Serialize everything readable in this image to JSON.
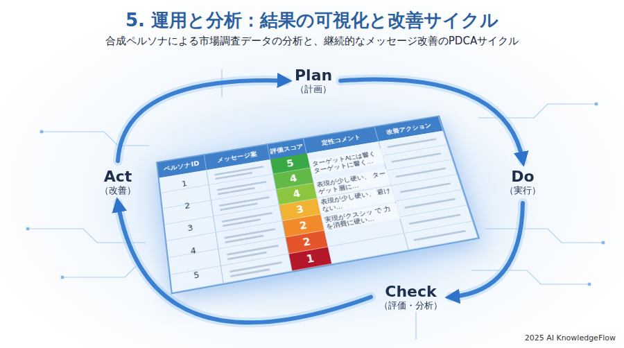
{
  "diagram": {
    "title": "5. 運用と分析：結果の可視化と改善サイクル",
    "caption": "合成ペルソナによる市場調査データの分析と、継続的なメッセージ改善のPDCAサイクル",
    "nodes": [
      {
        "text": [
          "Plan",
          "（計画）"
        ]
      },
      {
        "text": [
          "Act",
          "（改善）"
        ]
      },
      {
        "text": [
          "Do",
          "（実行）"
        ]
      },
      {
        "text": [
          "Check",
          "（評価・分析）"
        ]
      }
    ],
    "edges": [
      {
        "from": 0,
        "to": 2,
        "arrow": "to"
      },
      {
        "from": 2,
        "to": 3,
        "arrow": "to"
      },
      {
        "from": 3,
        "to": 1,
        "arrow": "to"
      },
      {
        "from": 1,
        "to": 0,
        "arrow": "to"
      }
    ],
    "labels": [
      "ペルソナID",
      "メッセージ案",
      "評価スコア",
      "定性コメント",
      "改善アクション",
      "1",
      "2",
      "3",
      "4",
      "5",
      "5",
      "4",
      "4",
      "3",
      "2",
      "2",
      "1",
      "ターゲットAには響く ターゲットに響く…",
      "表現が少し硬い、 ターゲット層に…",
      "表現が少し硬い、 避けない…",
      "実現がクスシッ で 力を消費に硬い…",
      "2025 AI KnowledgeFlow"
    ]
  }
}
